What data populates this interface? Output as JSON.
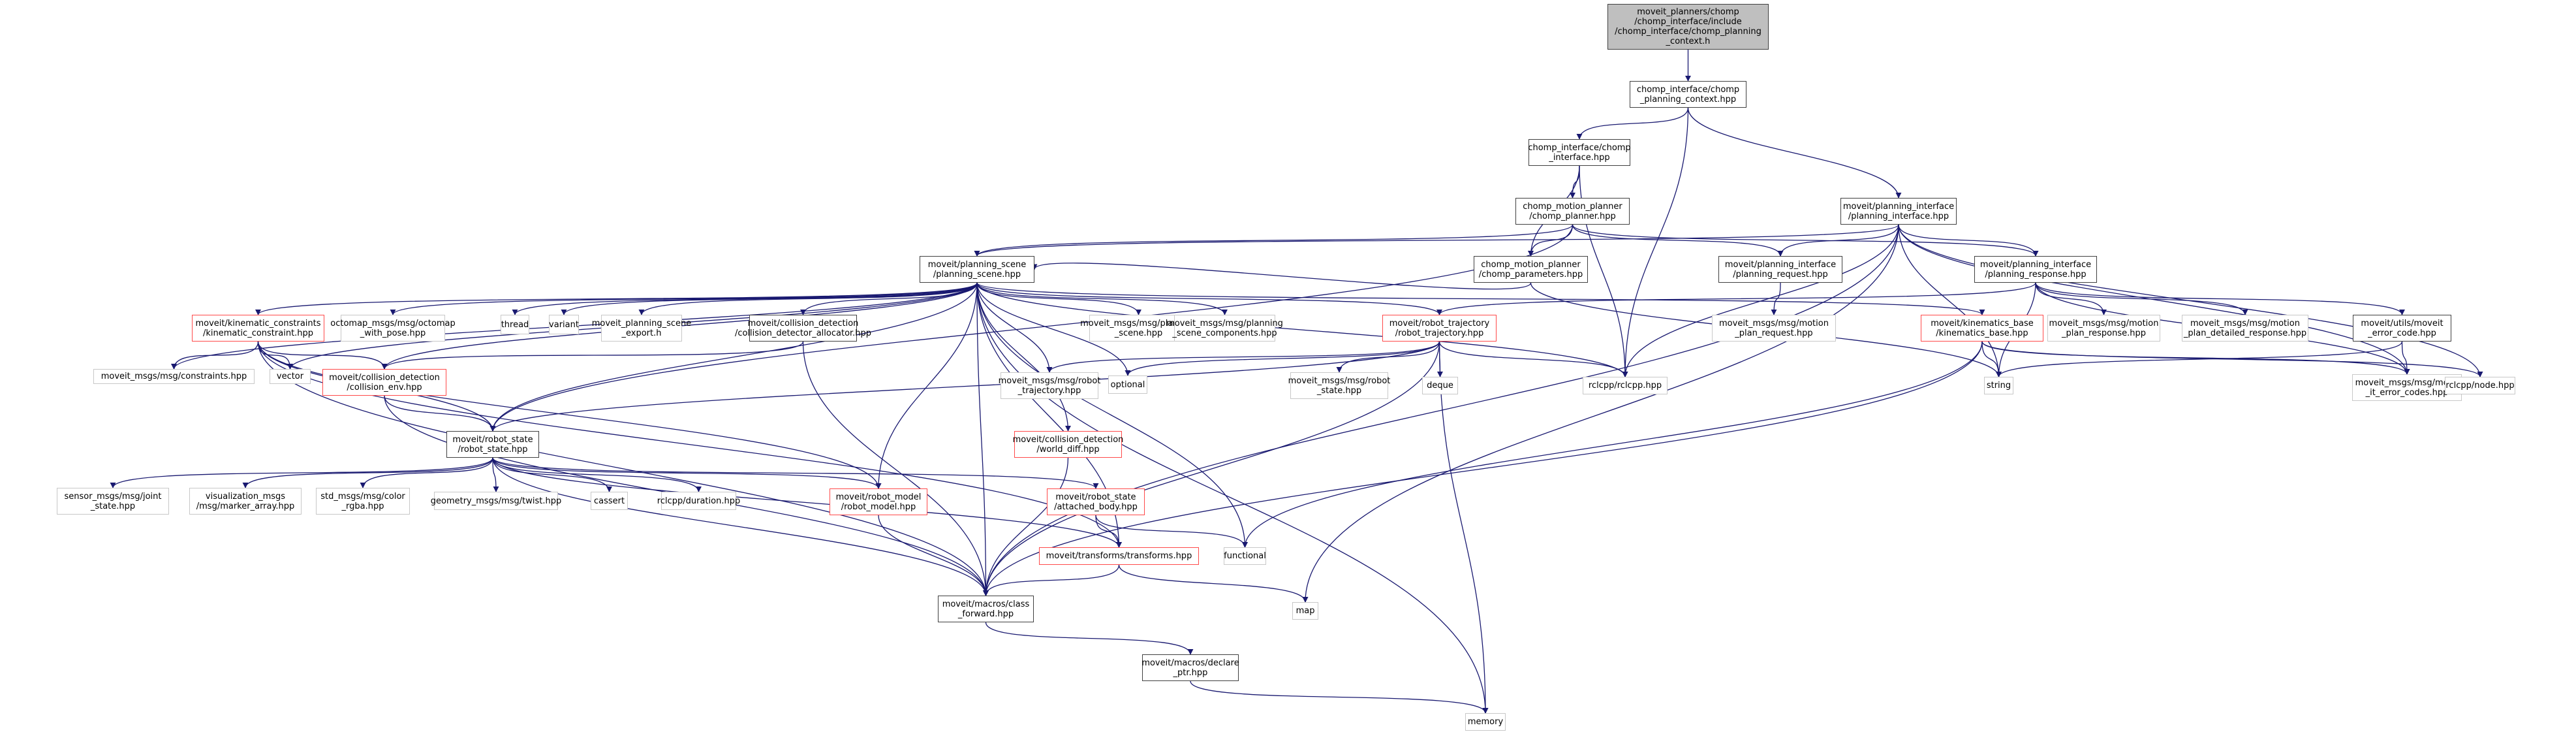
{
  "graph": {
    "title": "Include dependency graph",
    "edge_color": "#191970",
    "legend_colors": {
      "root": "#bfbfbf",
      "documented": "#404040",
      "not_documented_red": "#ff4a4a",
      "external": "#c8c8c8"
    },
    "nodes": [
      {
        "id": "root",
        "label": "moveit_planners/chomp\n/chomp_interface/include\n/chomp_interface/chomp_planning\n_context.h",
        "kind": "root"
      },
      {
        "id": "cpc",
        "label": "chomp_interface/chomp\n_planning_context.hpp",
        "kind": "doc"
      },
      {
        "id": "ci",
        "label": "chomp_interface/chomp\n_interface.hpp",
        "kind": "doc"
      },
      {
        "id": "cp",
        "label": "chomp_motion_planner\n/chomp_planner.hpp",
        "kind": "doc"
      },
      {
        "id": "pi",
        "label": "moveit/planning_interface\n/planning_interface.hpp",
        "kind": "doc"
      },
      {
        "id": "ps",
        "label": "moveit/planning_scene\n/planning_scene.hpp",
        "kind": "doc"
      },
      {
        "id": "cparams",
        "label": "chomp_motion_planner\n/chomp_parameters.hpp",
        "kind": "doc"
      },
      {
        "id": "preq",
        "label": "moveit/planning_interface\n/planning_request.hpp",
        "kind": "doc"
      },
      {
        "id": "presp",
        "label": "moveit/planning_interface\n/planning_response.hpp",
        "kind": "doc"
      },
      {
        "id": "kc",
        "label": "moveit/kinematic_constraints\n/kinematic_constraint.hpp",
        "kind": "red"
      },
      {
        "id": "octo",
        "label": "octomap_msgs/msg/octomap\n_with_pose.hpp",
        "kind": "ext"
      },
      {
        "id": "thread",
        "label": "thread",
        "kind": "ext"
      },
      {
        "id": "variant",
        "label": "variant",
        "kind": "ext"
      },
      {
        "id": "pse",
        "label": "moveit_planning_scene\n_export.h",
        "kind": "ext"
      },
      {
        "id": "cda",
        "label": "moveit/collision_detection\n/collision_detector_allocator.hpp",
        "kind": "doc"
      },
      {
        "id": "mps",
        "label": "moveit_msgs/msg/planning\n_scene.hpp",
        "kind": "ext"
      },
      {
        "id": "mpsc",
        "label": "moveit_msgs/msg/planning\n_scene_components.hpp",
        "kind": "ext"
      },
      {
        "id": "rt",
        "label": "moveit/robot_trajectory\n/robot_trajectory.hpp",
        "kind": "red"
      },
      {
        "id": "mpreq",
        "label": "moveit_msgs/msg/motion\n_plan_request.hpp",
        "kind": "ext"
      },
      {
        "id": "kb",
        "label": "moveit/kinematics_base\n/kinematics_base.hpp",
        "kind": "red"
      },
      {
        "id": "mpresp",
        "label": "moveit_msgs/msg/motion\n_plan_response.hpp",
        "kind": "ext"
      },
      {
        "id": "mpdr",
        "label": "moveit_msgs/msg/motion\n_plan_detailed_response.hpp",
        "kind": "ext"
      },
      {
        "id": "mec",
        "label": "moveit/utils/moveit\n_error_code.hpp",
        "kind": "doc"
      },
      {
        "id": "constraints",
        "label": "moveit_msgs/msg/constraints.hpp",
        "kind": "ext"
      },
      {
        "id": "vector",
        "label": "vector",
        "kind": "ext"
      },
      {
        "id": "cenv",
        "label": "moveit/collision_detection\n/collision_env.hpp",
        "kind": "red"
      },
      {
        "id": "mrt",
        "label": "moveit_msgs/msg/robot\n_trajectory.hpp",
        "kind": "ext"
      },
      {
        "id": "optional",
        "label": "optional",
        "kind": "ext"
      },
      {
        "id": "mrs",
        "label": "moveit_msgs/msg/robot\n_state.hpp",
        "kind": "ext"
      },
      {
        "id": "deque",
        "label": "deque",
        "kind": "ext"
      },
      {
        "id": "rclcpp",
        "label": "rclcpp/rclcpp.hpp",
        "kind": "ext"
      },
      {
        "id": "string",
        "label": "string",
        "kind": "ext"
      },
      {
        "id": "mmec",
        "label": "moveit_msgs/msg/move\n_it_error_codes.hpp",
        "kind": "ext"
      },
      {
        "id": "node",
        "label": "rclcpp/node.hpp",
        "kind": "ext"
      },
      {
        "id": "rs",
        "label": "moveit/robot_state\n/robot_state.hpp",
        "kind": "doc"
      },
      {
        "id": "wd",
        "label": "moveit/collision_detection\n/world_diff.hpp",
        "kind": "red"
      },
      {
        "id": "js",
        "label": "sensor_msgs/msg/joint\n_state.hpp",
        "kind": "ext"
      },
      {
        "id": "ma",
        "label": "visualization_msgs\n/msg/marker_array.hpp",
        "kind": "ext"
      },
      {
        "id": "rgba",
        "label": "std_msgs/msg/color\n_rgba.hpp",
        "kind": "ext"
      },
      {
        "id": "twist",
        "label": "geometry_msgs/msg/twist.hpp",
        "kind": "ext"
      },
      {
        "id": "cassert",
        "label": "cassert",
        "kind": "ext"
      },
      {
        "id": "duration",
        "label": "rclcpp/duration.hpp",
        "kind": "ext"
      },
      {
        "id": "rm",
        "label": "moveit/robot_model\n/robot_model.hpp",
        "kind": "red"
      },
      {
        "id": "ab",
        "label": "moveit/robot_state\n/attached_body.hpp",
        "kind": "red"
      },
      {
        "id": "tf",
        "label": "moveit/transforms/transforms.hpp",
        "kind": "red"
      },
      {
        "id": "functional",
        "label": "functional",
        "kind": "ext"
      },
      {
        "id": "cf",
        "label": "moveit/macros/class\n_forward.hpp",
        "kind": "doc"
      },
      {
        "id": "map",
        "label": "map",
        "kind": "ext"
      },
      {
        "id": "dp",
        "label": "moveit/macros/declare\n_ptr.hpp",
        "kind": "doc"
      },
      {
        "id": "memory",
        "label": "memory",
        "kind": "ext"
      }
    ],
    "edges": [
      [
        "root",
        "cpc"
      ],
      [
        "cpc",
        "ci"
      ],
      [
        "cpc",
        "pi"
      ],
      [
        "cpc",
        "rclcpp"
      ],
      [
        "ci",
        "cp"
      ],
      [
        "ci",
        "cparams"
      ],
      [
        "ci",
        "rclcpp"
      ],
      [
        "cp",
        "ps"
      ],
      [
        "cp",
        "cparams"
      ],
      [
        "cp",
        "preq"
      ],
      [
        "cp",
        "presp"
      ],
      [
        "cp",
        "rs"
      ],
      [
        "pi",
        "ps"
      ],
      [
        "pi",
        "preq"
      ],
      [
        "pi",
        "presp"
      ],
      [
        "pi",
        "rclcpp"
      ],
      [
        "pi",
        "cf"
      ],
      [
        "pi",
        "string"
      ],
      [
        "pi",
        "mmec"
      ],
      [
        "pi",
        "node"
      ],
      [
        "pi",
        "map"
      ],
      [
        "ps",
        "kc"
      ],
      [
        "ps",
        "octo"
      ],
      [
        "ps",
        "thread"
      ],
      [
        "ps",
        "variant"
      ],
      [
        "ps",
        "pse"
      ],
      [
        "ps",
        "cda"
      ],
      [
        "ps",
        "mps"
      ],
      [
        "ps",
        "mpsc"
      ],
      [
        "ps",
        "rt"
      ],
      [
        "ps",
        "kb"
      ],
      [
        "ps",
        "constraints"
      ],
      [
        "ps",
        "vector"
      ],
      [
        "ps",
        "cenv"
      ],
      [
        "ps",
        "mrt"
      ],
      [
        "ps",
        "optional"
      ],
      [
        "ps",
        "rclcpp"
      ],
      [
        "ps",
        "rs"
      ],
      [
        "ps",
        "wd"
      ],
      [
        "ps",
        "rm"
      ],
      [
        "ps",
        "tf"
      ],
      [
        "ps",
        "functional"
      ],
      [
        "ps",
        "cf"
      ],
      [
        "ps",
        "memory"
      ],
      [
        "cparams",
        "ps"
      ],
      [
        "cparams",
        "string"
      ],
      [
        "preq",
        "mpreq"
      ],
      [
        "presp",
        "rt"
      ],
      [
        "presp",
        "mpresp"
      ],
      [
        "presp",
        "mpdr"
      ],
      [
        "presp",
        "mec"
      ],
      [
        "presp",
        "string"
      ],
      [
        "presp",
        "mmec"
      ],
      [
        "kc",
        "constraints"
      ],
      [
        "kc",
        "vector"
      ],
      [
        "kc",
        "cenv"
      ],
      [
        "kc",
        "rs"
      ],
      [
        "kc",
        "rm"
      ],
      [
        "kc",
        "cf"
      ],
      [
        "kc",
        "tf"
      ],
      [
        "cda",
        "cenv"
      ],
      [
        "cda",
        "cf"
      ],
      [
        "rt",
        "mrt"
      ],
      [
        "rt",
        "optional"
      ],
      [
        "rt",
        "mrs"
      ],
      [
        "rt",
        "deque"
      ],
      [
        "rt",
        "rclcpp"
      ],
      [
        "rt",
        "rs"
      ],
      [
        "rt",
        "memory"
      ],
      [
        "rt",
        "cf"
      ],
      [
        "kb",
        "string"
      ],
      [
        "kb",
        "mmec"
      ],
      [
        "kb",
        "node"
      ],
      [
        "kb",
        "cf"
      ],
      [
        "kb",
        "functional"
      ],
      [
        "mec",
        "string"
      ],
      [
        "mec",
        "mmec"
      ],
      [
        "cenv",
        "rs"
      ],
      [
        "cenv",
        "cf"
      ],
      [
        "rs",
        "js"
      ],
      [
        "rs",
        "ma"
      ],
      [
        "rs",
        "rgba"
      ],
      [
        "rs",
        "twist"
      ],
      [
        "rs",
        "cassert"
      ],
      [
        "rs",
        "duration"
      ],
      [
        "rs",
        "rm"
      ],
      [
        "rs",
        "ab"
      ],
      [
        "rs",
        "tf"
      ],
      [
        "rs",
        "cf"
      ],
      [
        "wd",
        "cf"
      ],
      [
        "rm",
        "cf"
      ],
      [
        "ab",
        "tf"
      ],
      [
        "ab",
        "functional"
      ],
      [
        "tf",
        "cf"
      ],
      [
        "tf",
        "map"
      ],
      [
        "cf",
        "dp"
      ],
      [
        "dp",
        "memory"
      ]
    ]
  }
}
